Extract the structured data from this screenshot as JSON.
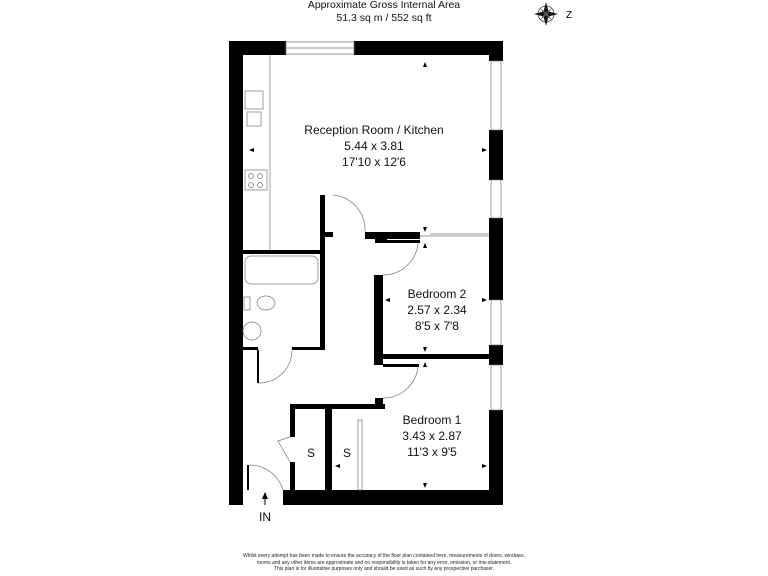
{
  "header": {
    "title": "Approximate Gross Internal Area",
    "area": "51.3 sq m / 552 sq ft"
  },
  "compass": {
    "label": "Z",
    "icon": "compass-rose-icon"
  },
  "rooms": [
    {
      "name": "Reception Room / Kitchen",
      "metric": "5.44 x 3.81",
      "imperial": "17'10 x 12'6"
    },
    {
      "name": "Bedroom 2",
      "metric": "2.57 x 2.34",
      "imperial": "8'5 x 7'8"
    },
    {
      "name": "Bedroom 1",
      "metric": "3.43 x 2.87",
      "imperial": "11'3 x 9'5"
    }
  ],
  "stores": [
    "S",
    "S"
  ],
  "entrance": "IN",
  "disclaimer": [
    "Whilst every attempt has been made to ensure the accuracy of the floor plan contained here, measurements of doors, windows,",
    "rooms and any other items are approximate and no responsibility is taken for any error, omission, or mis-statement.",
    "This plan is for illustrative purposes only and should be used as such by any prospective purchaser."
  ]
}
